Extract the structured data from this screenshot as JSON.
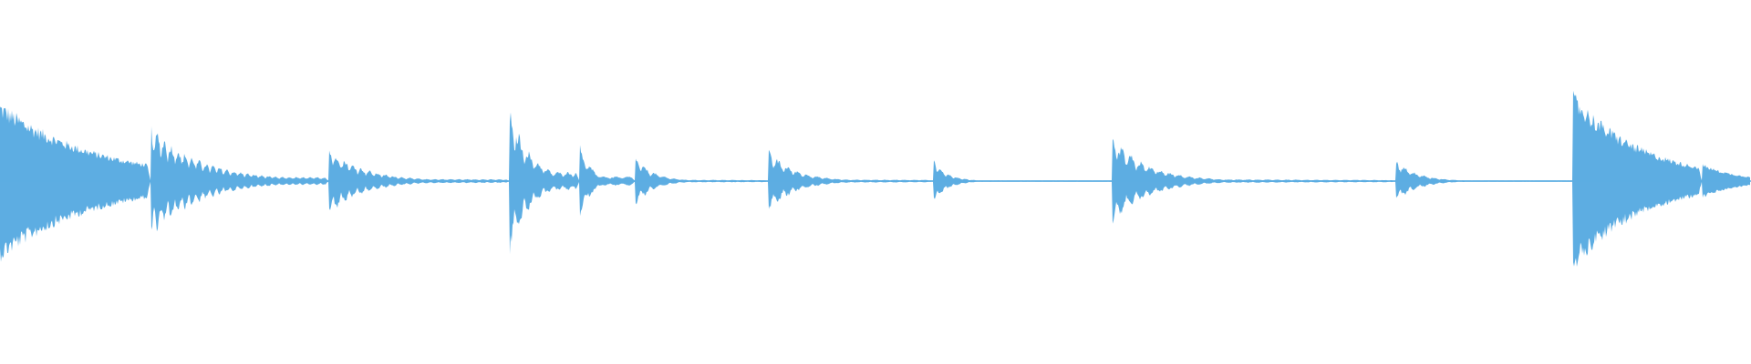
{
  "waveform": {
    "color": "#5dade2",
    "segments": [
      {
        "onset": 0.0,
        "peak": 0.64,
        "decay": 0.055,
        "tail": 0.03,
        "ripple": 0
      },
      {
        "onset": 0.086,
        "peak": 0.46,
        "decay": 0.028,
        "tail": 0.1,
        "ripple": 14
      },
      {
        "onset": 0.188,
        "peak": 0.27,
        "decay": 0.02,
        "tail": 0.08,
        "ripple": 12
      },
      {
        "onset": 0.291,
        "peak": 0.6,
        "decay": 0.012,
        "tail": 0.14,
        "ripple": 10
      },
      {
        "onset": 0.331,
        "peak": 0.34,
        "decay": 0.006,
        "tail": 0.12,
        "ripple": 8
      },
      {
        "onset": 0.363,
        "peak": 0.2,
        "decay": 0.01,
        "tail": 0.06,
        "ripple": 10
      },
      {
        "onset": 0.439,
        "peak": 0.25,
        "decay": 0.015,
        "tail": 0.06,
        "ripple": 10
      },
      {
        "onset": 0.533,
        "peak": 0.18,
        "decay": 0.008,
        "tail": 0.04,
        "ripple": 12
      },
      {
        "onset": 0.635,
        "peak": 0.36,
        "decay": 0.02,
        "tail": 0.05,
        "ripple": 10
      },
      {
        "onset": 0.797,
        "peak": 0.18,
        "decay": 0.012,
        "tail": 0.04,
        "ripple": 10
      },
      {
        "onset": 0.898,
        "peak": 0.72,
        "decay": 0.04,
        "tail": 0.04,
        "ripple": 0
      },
      {
        "onset": 0.972,
        "peak": 0.14,
        "decay": 0.02,
        "tail": 0.06,
        "ripple": 0
      }
    ]
  }
}
